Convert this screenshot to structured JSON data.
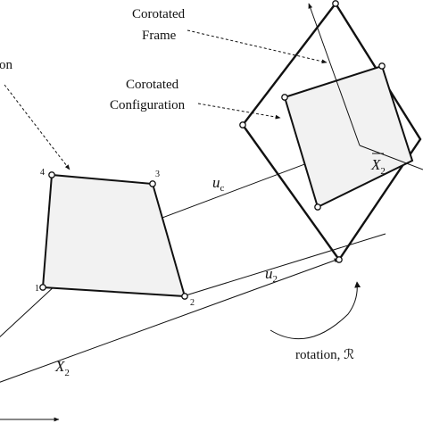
{
  "labels": {
    "corotated_frame_line1": "Corotated",
    "corotated_frame_line2": "Frame",
    "corotated_config_line1": "Corotated",
    "corotated_config_line2": "Configuration",
    "partial_left_label": "on",
    "rotation_label": "rotation, ℛ"
  },
  "math": {
    "u_c": "u",
    "u_c_sub": "c",
    "u_2": "u",
    "u_2_sub": "2",
    "X_2": "X",
    "X_2_sub": "2",
    "X2_bar": "X",
    "X2_bar_sub": "2"
  },
  "nodes": {
    "n1": "1",
    "n2": "2",
    "n3": "3",
    "n4": "4"
  },
  "colors": {
    "ink": "#111111",
    "fill": "#f2f2f2",
    "background": "#ffffff"
  }
}
